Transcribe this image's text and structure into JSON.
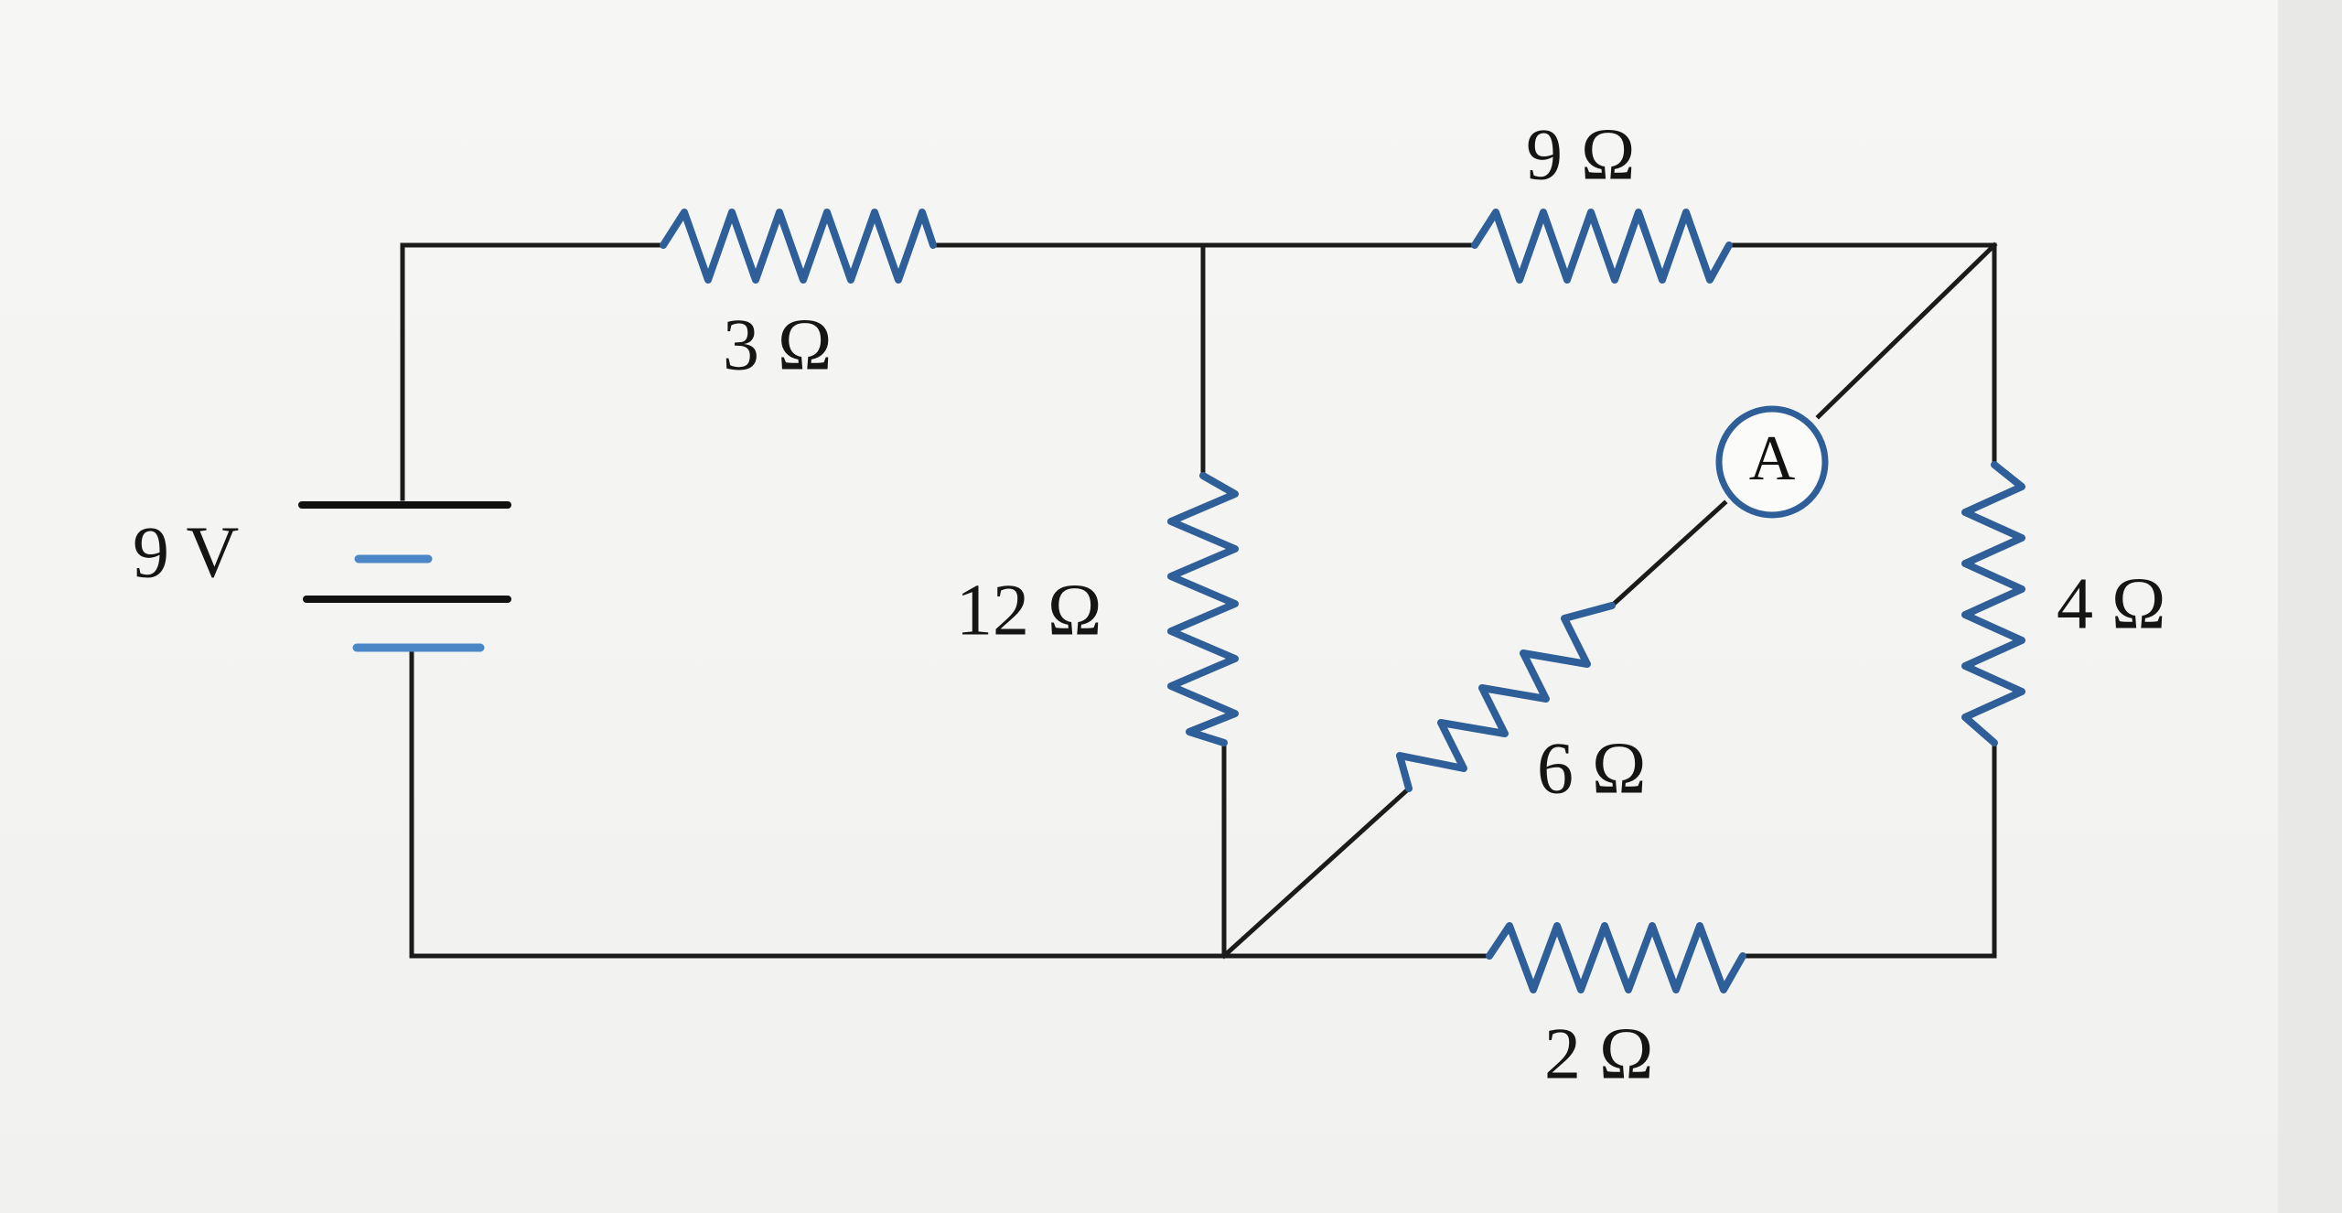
{
  "source": {
    "label": "9 V"
  },
  "resistors": {
    "r3": "3 Ω",
    "r9": "9 Ω",
    "r12": "12 Ω",
    "r6": "6 Ω",
    "r4": "4 Ω",
    "r2": "2 Ω"
  },
  "meter": {
    "label": "A"
  },
  "colors": {
    "wire": "#1b1b1b",
    "resistor": "#2e5f98",
    "battery_plate": "#4b87c6",
    "background": "#f4f4f2"
  }
}
